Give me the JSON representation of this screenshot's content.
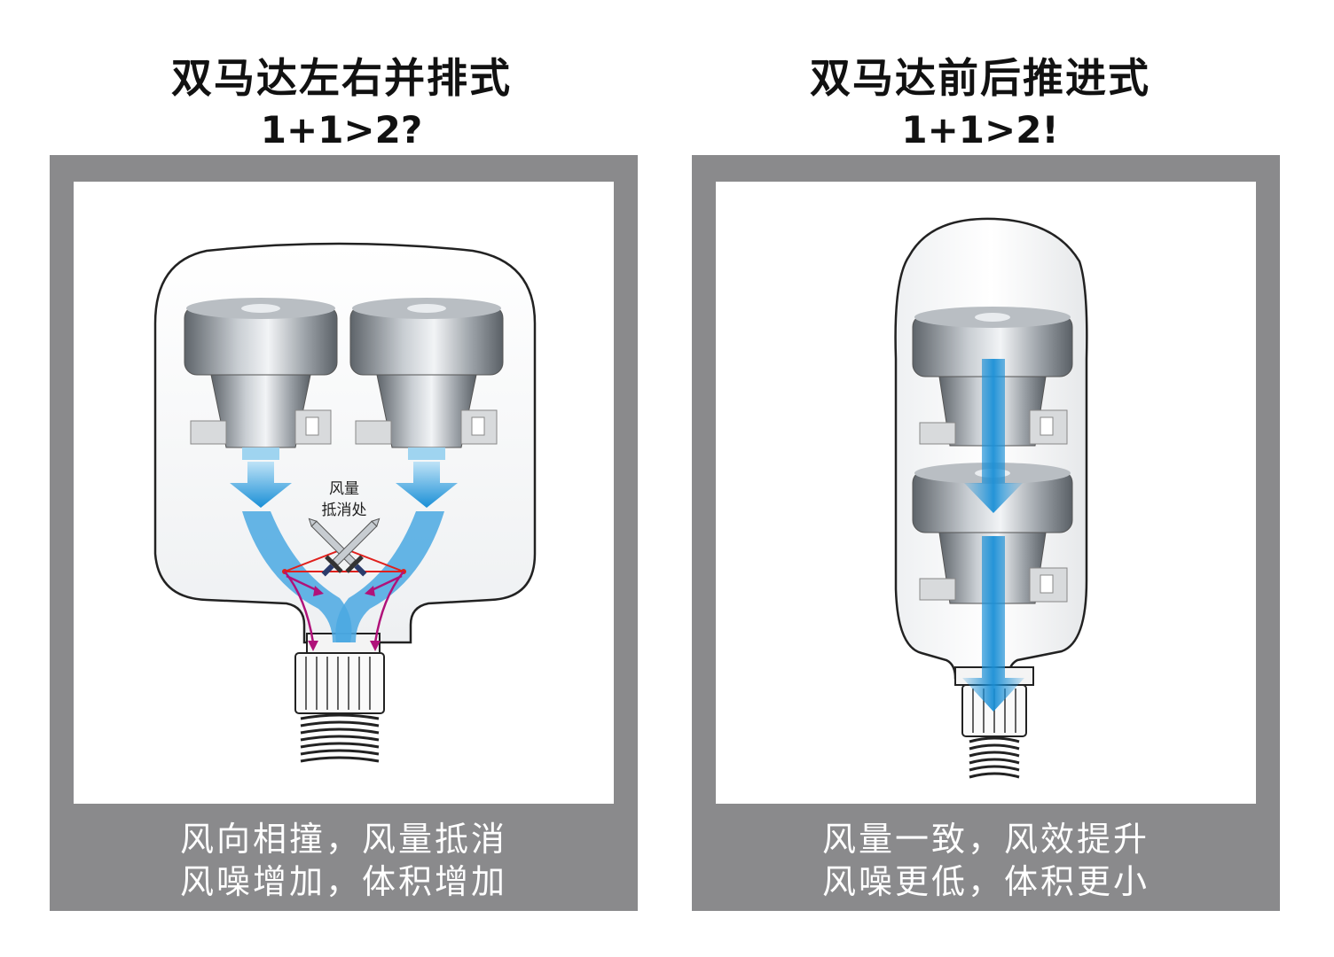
{
  "left": {
    "title": "双马达左右并排式",
    "subtitle": "1+1>2?",
    "annotation_line1": "风量",
    "annotation_line2": "抵消处",
    "caption_line1": "风向相撞，风量抵消",
    "caption_line2": "风噪增加，体积增加"
  },
  "right": {
    "title": "双马达前后推进式",
    "subtitle": "1+1>2!",
    "caption_line1": "风量一致，风效提升",
    "caption_line2": "风噪更低，体积更小"
  },
  "colors": {
    "panel_gray": "#8a8a8c",
    "airflow_blue": "#1a8fd6",
    "collision_red": "#e0201c",
    "deflect_magenta": "#b0127a"
  },
  "icons": [
    "crossed-swords-icon",
    "motor-icon",
    "airflow-arrow-icon"
  ]
}
